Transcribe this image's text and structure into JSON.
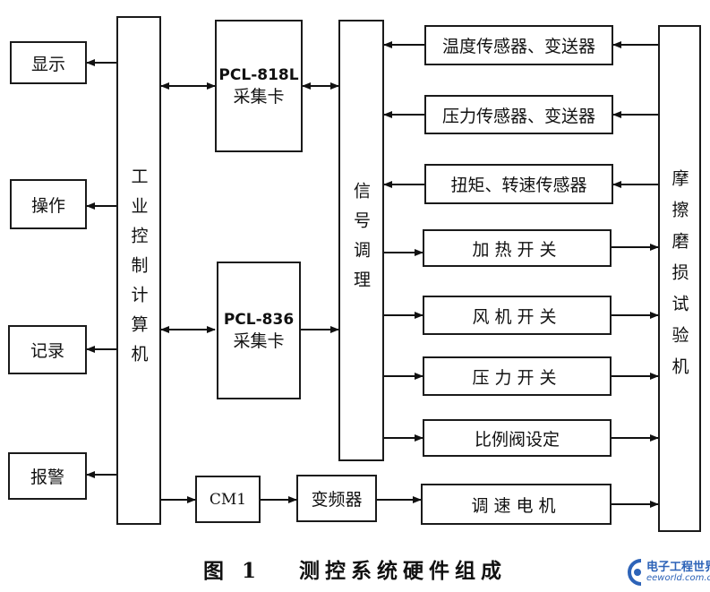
{
  "diagram": {
    "left_outputs": [
      "显示",
      "操作",
      "记录",
      "报警"
    ],
    "ipc": "工业控制计算机",
    "card1": {
      "model": "PCL-818L",
      "label": "采集卡"
    },
    "card2": {
      "model": "PCL-836",
      "label": "采集卡"
    },
    "signal": "信号调理",
    "sensors": [
      "温度传感器、变送器",
      "压力传感器、变送器",
      "扭矩、转速传感器"
    ],
    "switches": [
      "加热开关",
      "风机开关",
      "压力开关",
      "比例阀设定"
    ],
    "cm1": "CM1",
    "vfd": "变频器",
    "motor": "调速电机",
    "machine": "摩擦磨损试验机"
  },
  "caption": "图 1   测控系统硬件组成",
  "logo": {
    "brand": "电子工程世界",
    "url": "eeworld.com.cn",
    "icon": "logo-icon"
  }
}
